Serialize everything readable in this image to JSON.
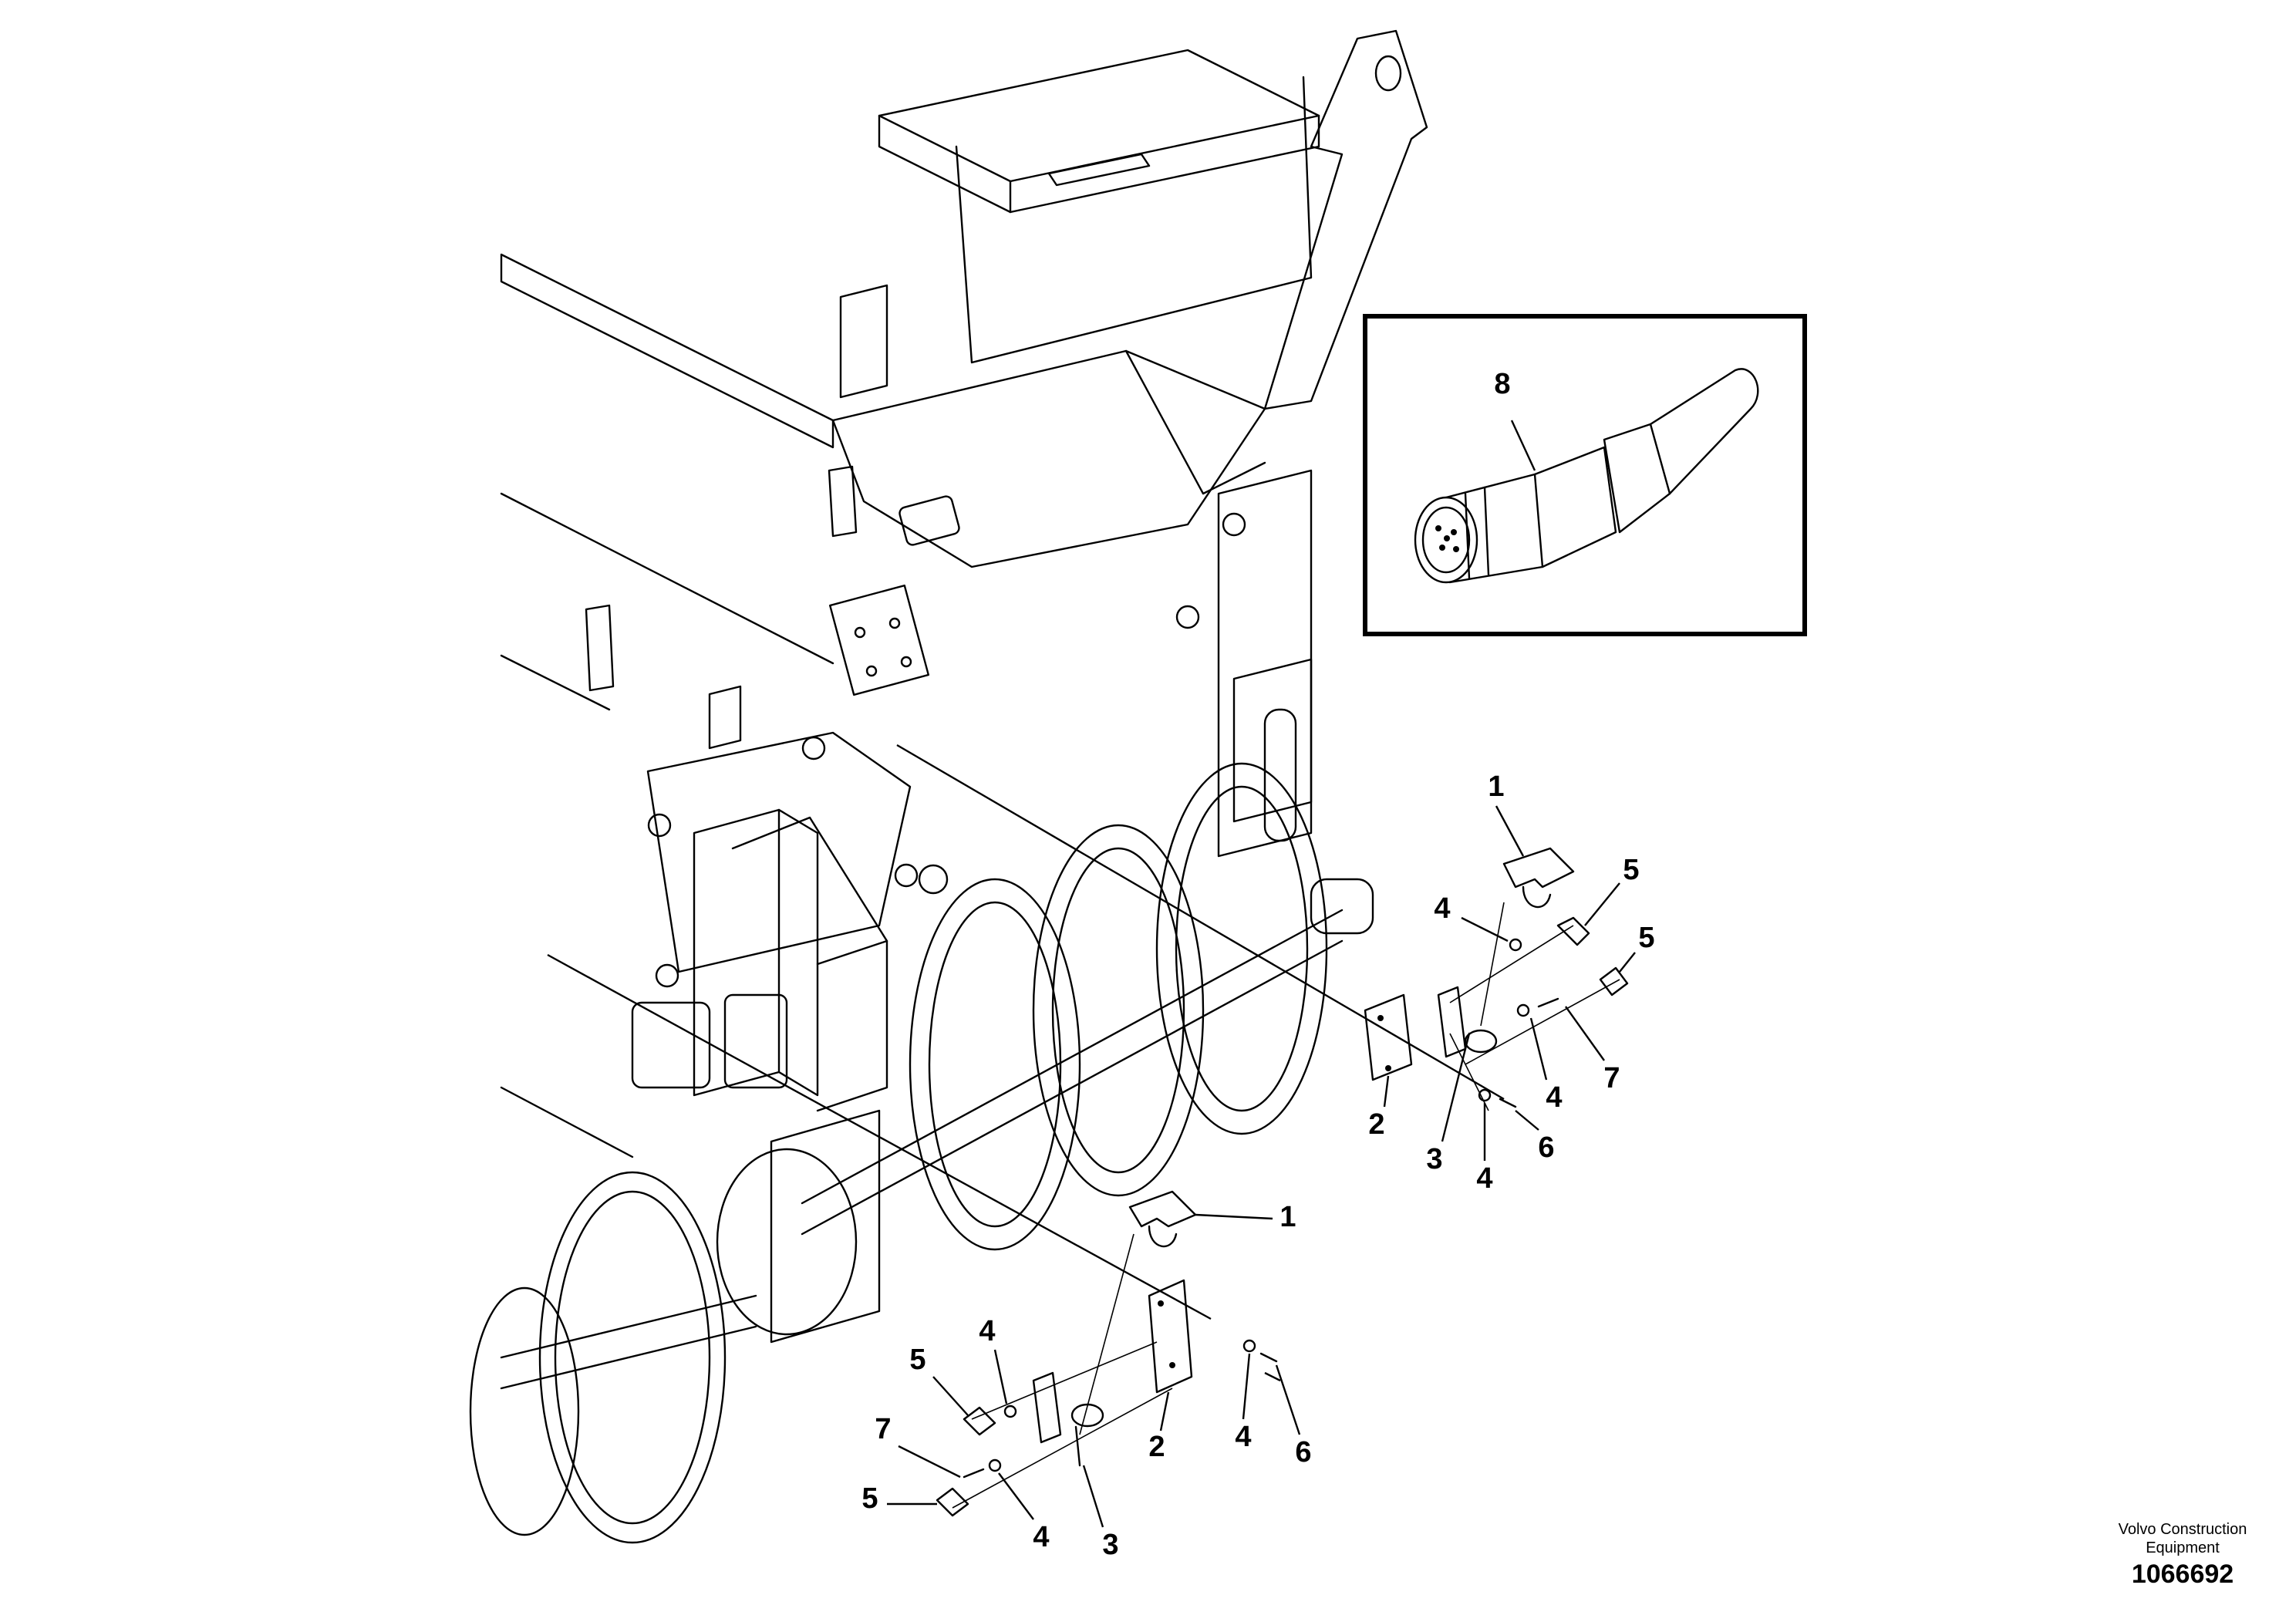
{
  "drawing": {
    "callouts": [
      "1",
      "2",
      "3",
      "4",
      "5",
      "6",
      "7",
      "8"
    ],
    "upper_assembly": {
      "label_1": "1",
      "label_2": "2",
      "label_3": "3",
      "label_4a": "4",
      "label_4b": "4",
      "label_4c": "4",
      "label_5a": "5",
      "label_5b": "5",
      "label_6": "6",
      "label_7": "7"
    },
    "lower_assembly": {
      "label_1": "1",
      "label_2": "2",
      "label_3": "3",
      "label_4a": "4",
      "label_4b": "4",
      "label_4c": "4",
      "label_5a": "5",
      "label_5b": "5",
      "label_6": "6",
      "label_7": "7"
    },
    "inset": {
      "label_8": "8",
      "icon": "connector-plug-icon"
    }
  },
  "footer": {
    "company_line1": "Volvo Construction",
    "company_line2": "Equipment",
    "figure_number": "1066692"
  }
}
